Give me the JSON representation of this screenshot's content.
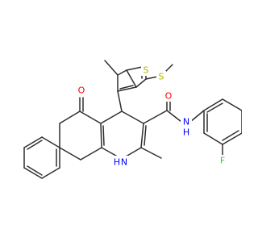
{
  "structure": {
    "atoms": {
      "sulfur_ring": {
        "text": "S",
        "color": "#b3b300"
      },
      "sulfur_thioether": {
        "text": "S",
        "color": "#b3b300"
      },
      "oxygen_ketone": {
        "text": "O",
        "color": "#ff0000"
      },
      "oxygen_amide": {
        "text": "O",
        "color": "#ff0000"
      },
      "nitrogen_amide": {
        "text": "N",
        "color": "#0000ff"
      },
      "hydrogen_amide": {
        "text": "H",
        "color": "#0000ff"
      },
      "nitrogen_ring": {
        "text": "N",
        "color": "#0000ff"
      },
      "hydrogen_ring": {
        "text": "H",
        "color": "#0000ff"
      },
      "fluorine": {
        "text": "F",
        "color": "#33cc33"
      }
    },
    "bond_color": "#2f2f2f",
    "background": "#ffffff"
  }
}
